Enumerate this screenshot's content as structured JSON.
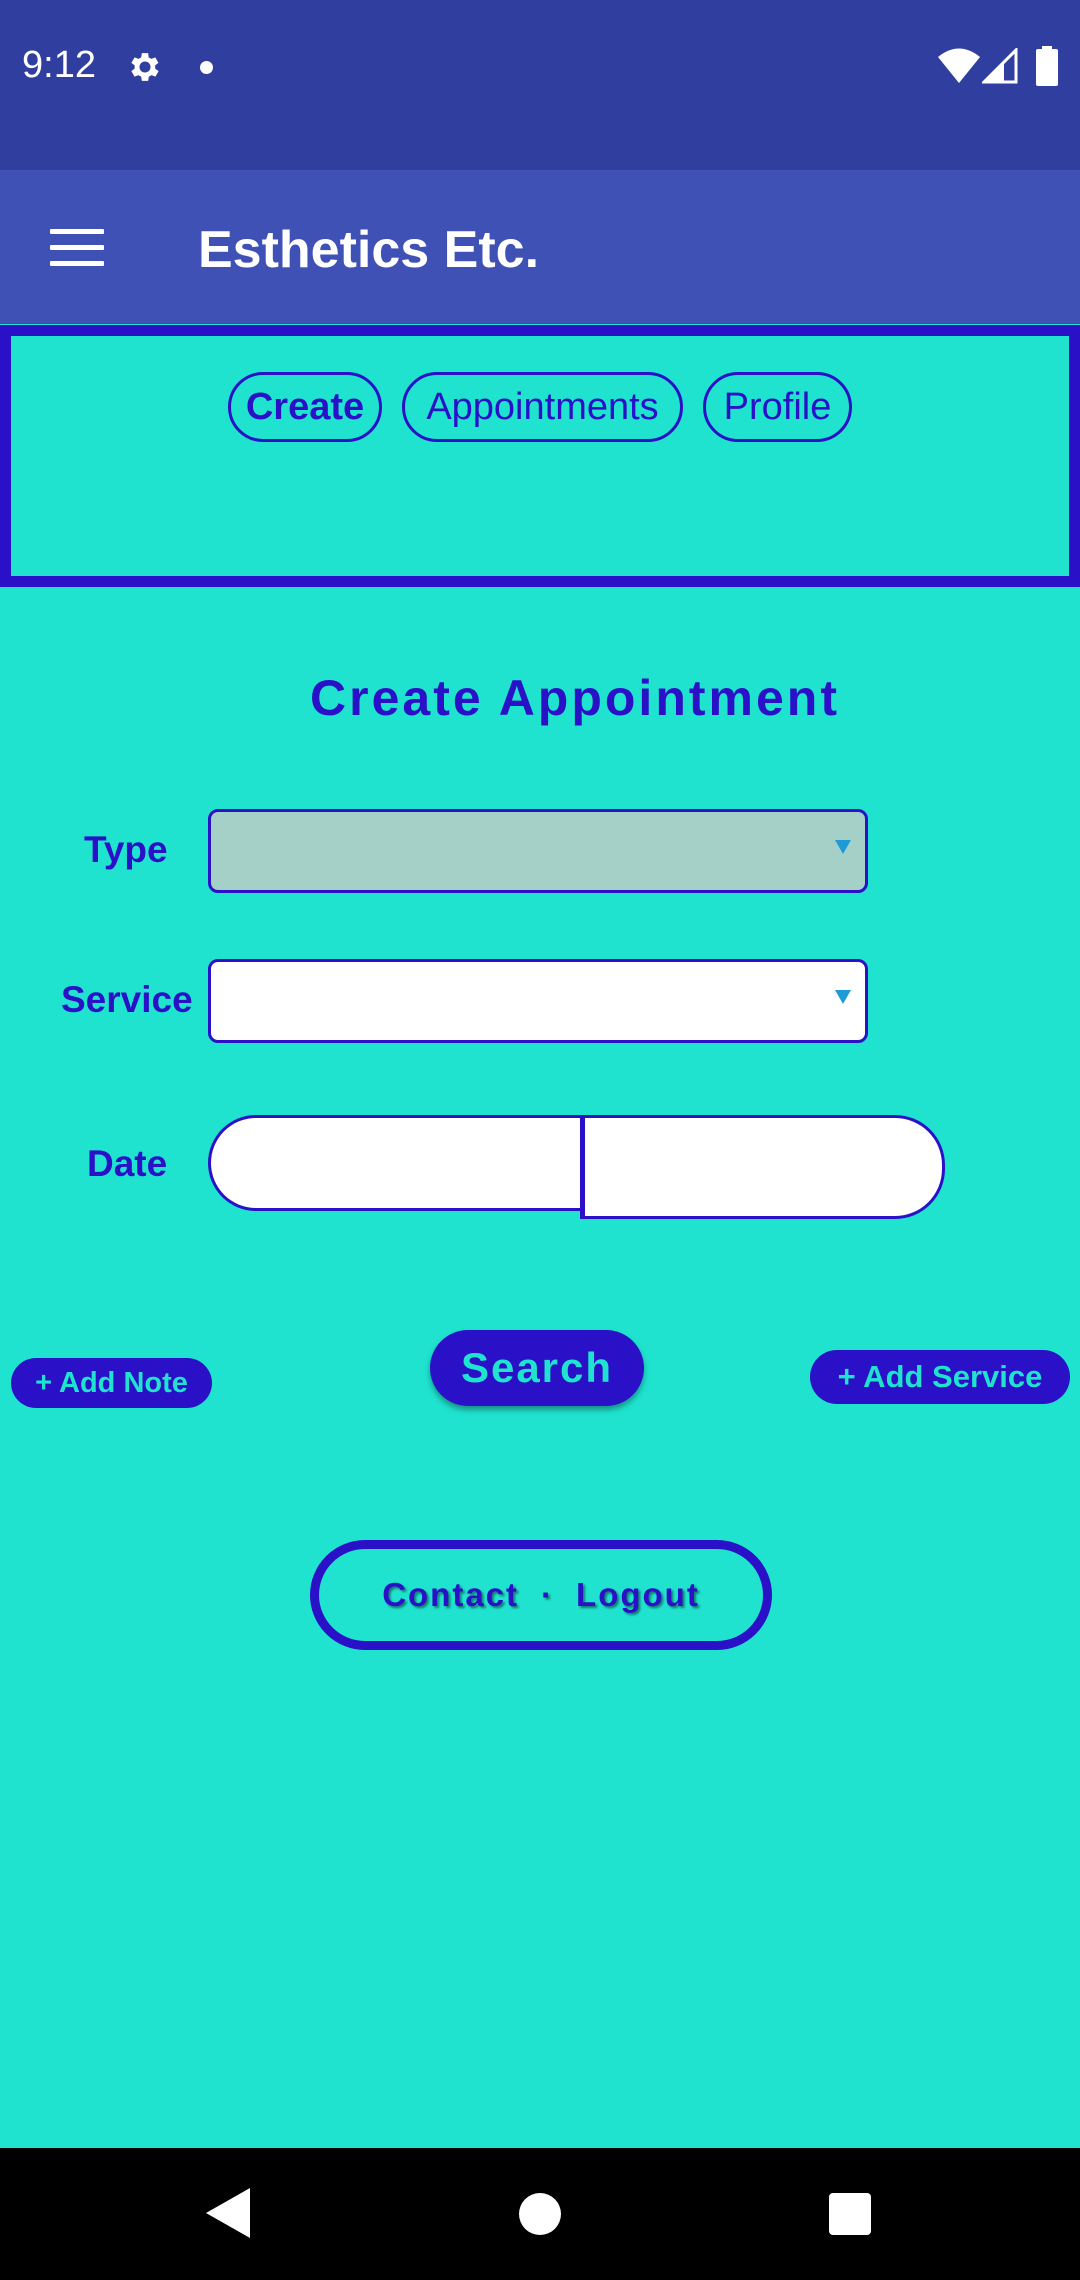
{
  "status_bar": {
    "time": "9:12",
    "icons": [
      "gear-icon",
      "notification-dot-icon",
      "wifi-icon",
      "signal-icon",
      "battery-icon"
    ]
  },
  "app_bar": {
    "title": "Esthetics Etc.",
    "menu_icon": "hamburger-menu-icon"
  },
  "tabs": [
    {
      "label": "Create",
      "selected": true
    },
    {
      "label": "Appointments",
      "selected": false
    },
    {
      "label": "Profile",
      "selected": false
    }
  ],
  "form": {
    "title": "Create Appointment",
    "type_label": "Type",
    "type_value": "",
    "service_label": "Service",
    "service_value": "",
    "date_label": "Date",
    "date_value": "",
    "time_value": ""
  },
  "actions": {
    "add_note": "+ Add Note",
    "search": "Search",
    "add_service": "+ Add Service"
  },
  "footer": {
    "contact": "Contact",
    "separator": "·",
    "logout": "Logout"
  },
  "nav_bar": {
    "icons": [
      "back-icon",
      "home-icon",
      "recents-icon"
    ]
  },
  "colors": {
    "status_bar": "#303f9f",
    "app_bar": "#3f51b5",
    "background": "#1fe3cf",
    "accent": "#2a11c8",
    "disabled_select": "#a5d0c7",
    "dropdown_arrow": "#1e9ad6"
  }
}
